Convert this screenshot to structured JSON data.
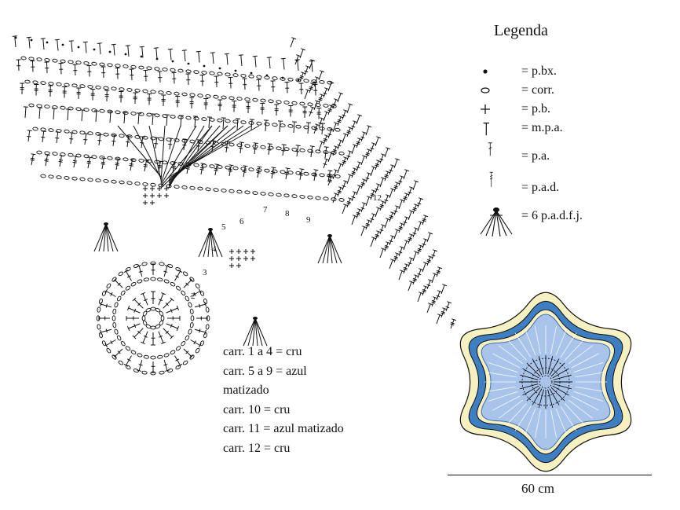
{
  "legend": {
    "title": "Legenda",
    "items": [
      {
        "symbol": "dot-icon",
        "label": "= p.bx."
      },
      {
        "symbol": "oval-icon",
        "label": "= corr."
      },
      {
        "symbol": "plus-icon",
        "label": "= p.b."
      },
      {
        "symbol": "mpa-icon",
        "label": "= m.p.a."
      },
      {
        "symbol": "pa-icon",
        "label": "= p.a."
      },
      {
        "symbol": "pad-icon",
        "label": "= p.a.d."
      },
      {
        "symbol": "cluster-icon",
        "label": "= 6 p.a.d.f.j."
      }
    ]
  },
  "notes": [
    "carr. 1 a 4 = cru",
    "carr. 5 a 9 = azul",
    "matizado",
    "carr. 10 = cru",
    "carr. 11 = azul matizado",
    "carr. 12 = cru"
  ],
  "round_numbers": [
    "2",
    "3",
    "4",
    "5",
    "6",
    "7",
    "8",
    "9",
    "12"
  ],
  "scale": {
    "label": "60 cm"
  },
  "colors": {
    "cream": "#f7f0c0",
    "blue_dark": "#3d7fc2",
    "blue_light": "#a9c4ea",
    "ink": "#111111"
  }
}
